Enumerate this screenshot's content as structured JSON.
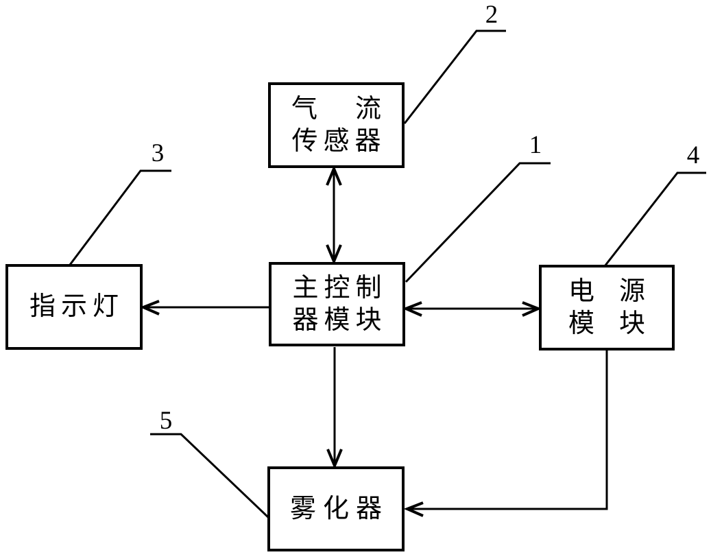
{
  "figure": {
    "background_color": "#ffffff",
    "line_color": "#000000",
    "type": "block-diagram"
  },
  "boxes": {
    "airflow_sensor": {
      "line1": "气流",
      "line2": "传感器",
      "ref": "2"
    },
    "main_controller": {
      "line1": "主控制",
      "line2": "器模块",
      "ref": "1"
    },
    "indicator_light": {
      "line1": "指示灯",
      "ref": "3"
    },
    "power_module": {
      "line1": "电源",
      "line2": "模块",
      "ref": "4"
    },
    "atomizer": {
      "line1": "雾化器",
      "ref": "5"
    }
  },
  "connections": [
    {
      "from": "main_controller",
      "to": "airflow_sensor",
      "style": "double-arrow-vertical"
    },
    {
      "from": "main_controller",
      "to": "indicator_light",
      "style": "single-arrow-left"
    },
    {
      "from": "main_controller",
      "to": "power_module",
      "style": "double-arrow-horizontal"
    },
    {
      "from": "main_controller",
      "to": "atomizer",
      "style": "single-arrow-down"
    },
    {
      "from": "power_module",
      "to": "atomizer",
      "style": "single-arrow-elbow-left"
    }
  ]
}
